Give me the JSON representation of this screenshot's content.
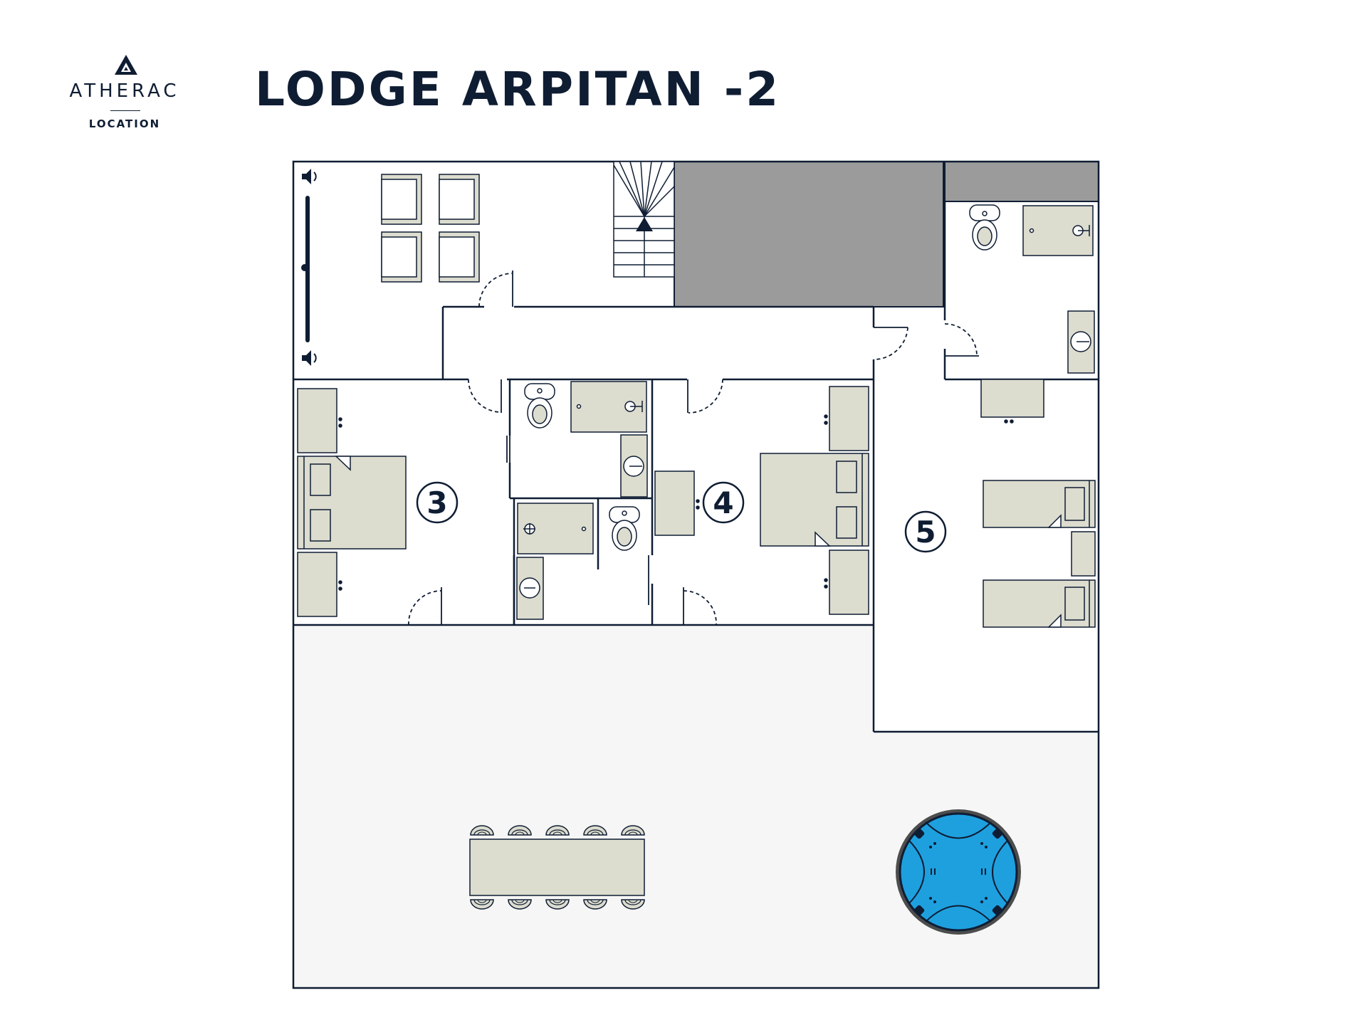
{
  "header": {
    "brand": "ATHERAC",
    "brand_sub": "LOCATION",
    "title": "LODGE ARPITAN -2"
  },
  "rooms": [
    {
      "number": "3"
    },
    {
      "number": "4"
    },
    {
      "number": "5"
    }
  ],
  "colors": {
    "ink": "#0f1d33",
    "furniture": "#dcdccf",
    "hatched": "#9b9b9b",
    "terrace": "#f6f6f6",
    "hot_tub": "#1ea0df"
  },
  "icons": [
    "speaker-icon",
    "stairs-up-arrow-icon",
    "toilet-icon",
    "shower-icon",
    "sink-icon",
    "bed-icon",
    "armchair-icon",
    "chair-icon",
    "hot-tub-icon"
  ]
}
